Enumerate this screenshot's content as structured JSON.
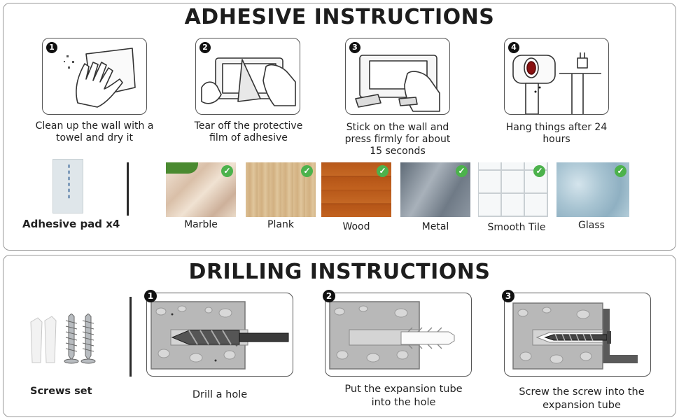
{
  "adhesive": {
    "title": "ADHESIVE INSTRUCTIONS",
    "steps": [
      {
        "number": "1",
        "caption": "Clean up the wall with a towel and dry it",
        "icon": "hand-wiping-icon"
      },
      {
        "number": "2",
        "caption": "Tear off the protective film of adhesive",
        "icon": "peel-film-icon"
      },
      {
        "number": "3",
        "caption": "Stick on the wall and press firmly for about 15 seconds",
        "icon": "press-hook-icon"
      },
      {
        "number": "4",
        "caption": "Hang things after 24 hours",
        "icon": "hanging-hairdryer-icon"
      }
    ],
    "pad_label": "Adhesive pad x4",
    "surfaces": [
      {
        "label": "Marble",
        "color": "#e8d4c0"
      },
      {
        "label": "Plank",
        "color": "#d8b888"
      },
      {
        "label": "Wood",
        "color": "#c0601e"
      },
      {
        "label": "Metal",
        "color": "#7d8995"
      },
      {
        "label": "Smooth Tile",
        "color": "#eef1f2"
      },
      {
        "label": "Glass",
        "color": "#a8c4d2"
      }
    ],
    "check_color": "#4cb24c"
  },
  "drilling": {
    "title": "DRILLING INSTRUCTIONS",
    "screws_label": "Screws set",
    "steps": [
      {
        "number": "1",
        "caption": "Drill a hole",
        "icon": "drill-bit-icon"
      },
      {
        "number": "2",
        "caption": "Put the expansion tube into the hole",
        "icon": "expansion-tube-icon"
      },
      {
        "number": "3",
        "caption": "Screw the screw into the expansion tube",
        "icon": "screw-icon"
      }
    ]
  }
}
